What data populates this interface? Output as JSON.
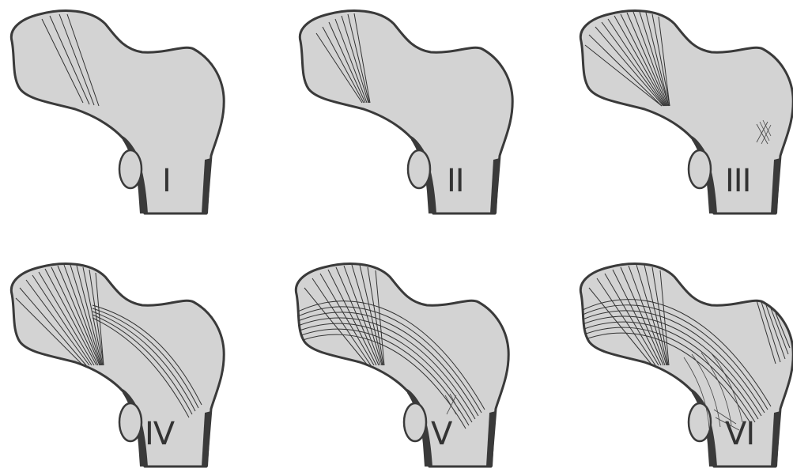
{
  "panels": [
    {
      "id": "panel-1",
      "label": "I"
    },
    {
      "id": "panel-2",
      "label": "II"
    },
    {
      "id": "panel-3",
      "label": "III"
    },
    {
      "id": "panel-4",
      "label": "IV"
    },
    {
      "id": "panel-5",
      "label": "V"
    },
    {
      "id": "panel-6",
      "label": "VI"
    }
  ]
}
